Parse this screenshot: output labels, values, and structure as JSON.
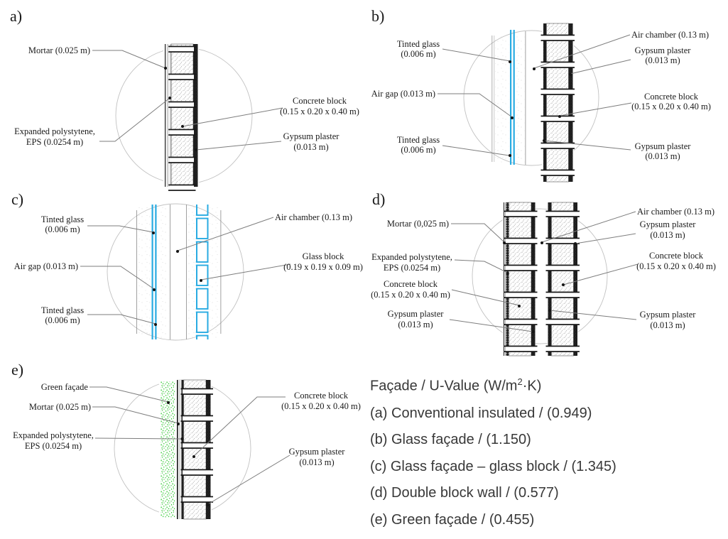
{
  "figure": {
    "type": "facade-cross-sections",
    "description": "Five labeled wall cross-section diagrams (a-e) with U-value legend"
  },
  "panels": {
    "a": {
      "tag": "a)",
      "labels": {
        "mortar": "Mortar (0.025 m)",
        "eps_1": "Expanded polystytene,",
        "eps_2": "EPS (0.0254 m)",
        "concrete_1": "Concrete block",
        "concrete_2": "(0.15 x 0.20 x 0.40 m)",
        "gypsum_1": "Gypsum plaster",
        "gypsum_2": "(0.013 m)"
      }
    },
    "b": {
      "tag": "b)",
      "labels": {
        "tinted_top_1": "Tinted glass",
        "tinted_top_2": "(0.006 m)",
        "air_gap": "Air gap (0.013 m)",
        "tinted_bot_1": "Tinted glass",
        "tinted_bot_2": "(0.006 m)",
        "air_chamber": "Air chamber (0.13 m)",
        "gypsum_top_1": "Gypsum plaster",
        "gypsum_top_2": "(0.013 m)",
        "concrete_1": "Concrete block",
        "concrete_2": "(0.15 x 0.20 x 0.40 m)",
        "gypsum_bot_1": "Gypsum plaster",
        "gypsum_bot_2": "(0.013 m)"
      }
    },
    "c": {
      "tag": "c)",
      "labels": {
        "tinted_top_1": "Tinted glass",
        "tinted_top_2": "(0.006 m)",
        "air_gap": "Air gap (0.013 m)",
        "tinted_bot_1": "Tinted glass",
        "tinted_bot_2": "(0.006 m)",
        "air_chamber": "Air chamber (0.13 m)",
        "glass_block_1": "Glass block",
        "glass_block_2": "(0.19 x 0.19 x 0.09 m)"
      }
    },
    "d": {
      "tag": "d)",
      "labels": {
        "mortar": "Mortar (0,025 m)",
        "eps_1": "Expanded polystytene,",
        "eps_2": "EPS (0.0254 m)",
        "concrete_left_1": "Concrete block",
        "concrete_left_2": "(0.15 x 0.20 x 0.40 m)",
        "gypsum_left_1": "Gypsum plaster",
        "gypsum_left_2": "(0.013 m)",
        "air_chamber": "Air chamber (0.13 m)",
        "gypsum_right_top_1": "Gypsum plaster",
        "gypsum_right_top_2": "(0.013 m)",
        "concrete_right_1": "Concrete block",
        "concrete_right_2": "(0.15 x 0.20 x 0.40 m)",
        "gypsum_right_bot_1": "Gypsum plaster",
        "gypsum_right_bot_2": "(0.013 m)"
      }
    },
    "e": {
      "tag": "e)",
      "labels": {
        "green": "Green façade",
        "mortar": "Mortar (0.025 m)",
        "eps_1": "Expanded polystytene,",
        "eps_2": "EPS (0.0254 m)",
        "concrete_1": "Concrete block",
        "concrete_2": "(0.15 x 0.20 x 0.40 m)",
        "gypsum_1": "Gypsum plaster",
        "gypsum_2": "(0.013 m)"
      }
    }
  },
  "legend": {
    "title_pre": "Façade / U-Value (W/m",
    "title_sup": "2",
    "title_post": "·K)",
    "items": [
      "(a) Conventional insulated / (0.949)",
      "(b) Glass façade / (1.150)",
      "(c) Glass façade – glass block / (1.345)",
      "(d) Double block wall / (0.577)",
      "(e) Green façade / (0.455)"
    ],
    "u_values": {
      "a": "0.949",
      "b": "1.150",
      "c": "1.345",
      "d": "0.577",
      "e": "0.455"
    }
  },
  "colors": {
    "tinted_glass": "#29ABE2",
    "glass_block": "#29ABE2",
    "green_facade": "#33CC33",
    "leader_line": "#7d7d7d",
    "circle_outline": "#c2c2c2",
    "label_text": "#1a1a1a",
    "legend_text": "#383838"
  }
}
